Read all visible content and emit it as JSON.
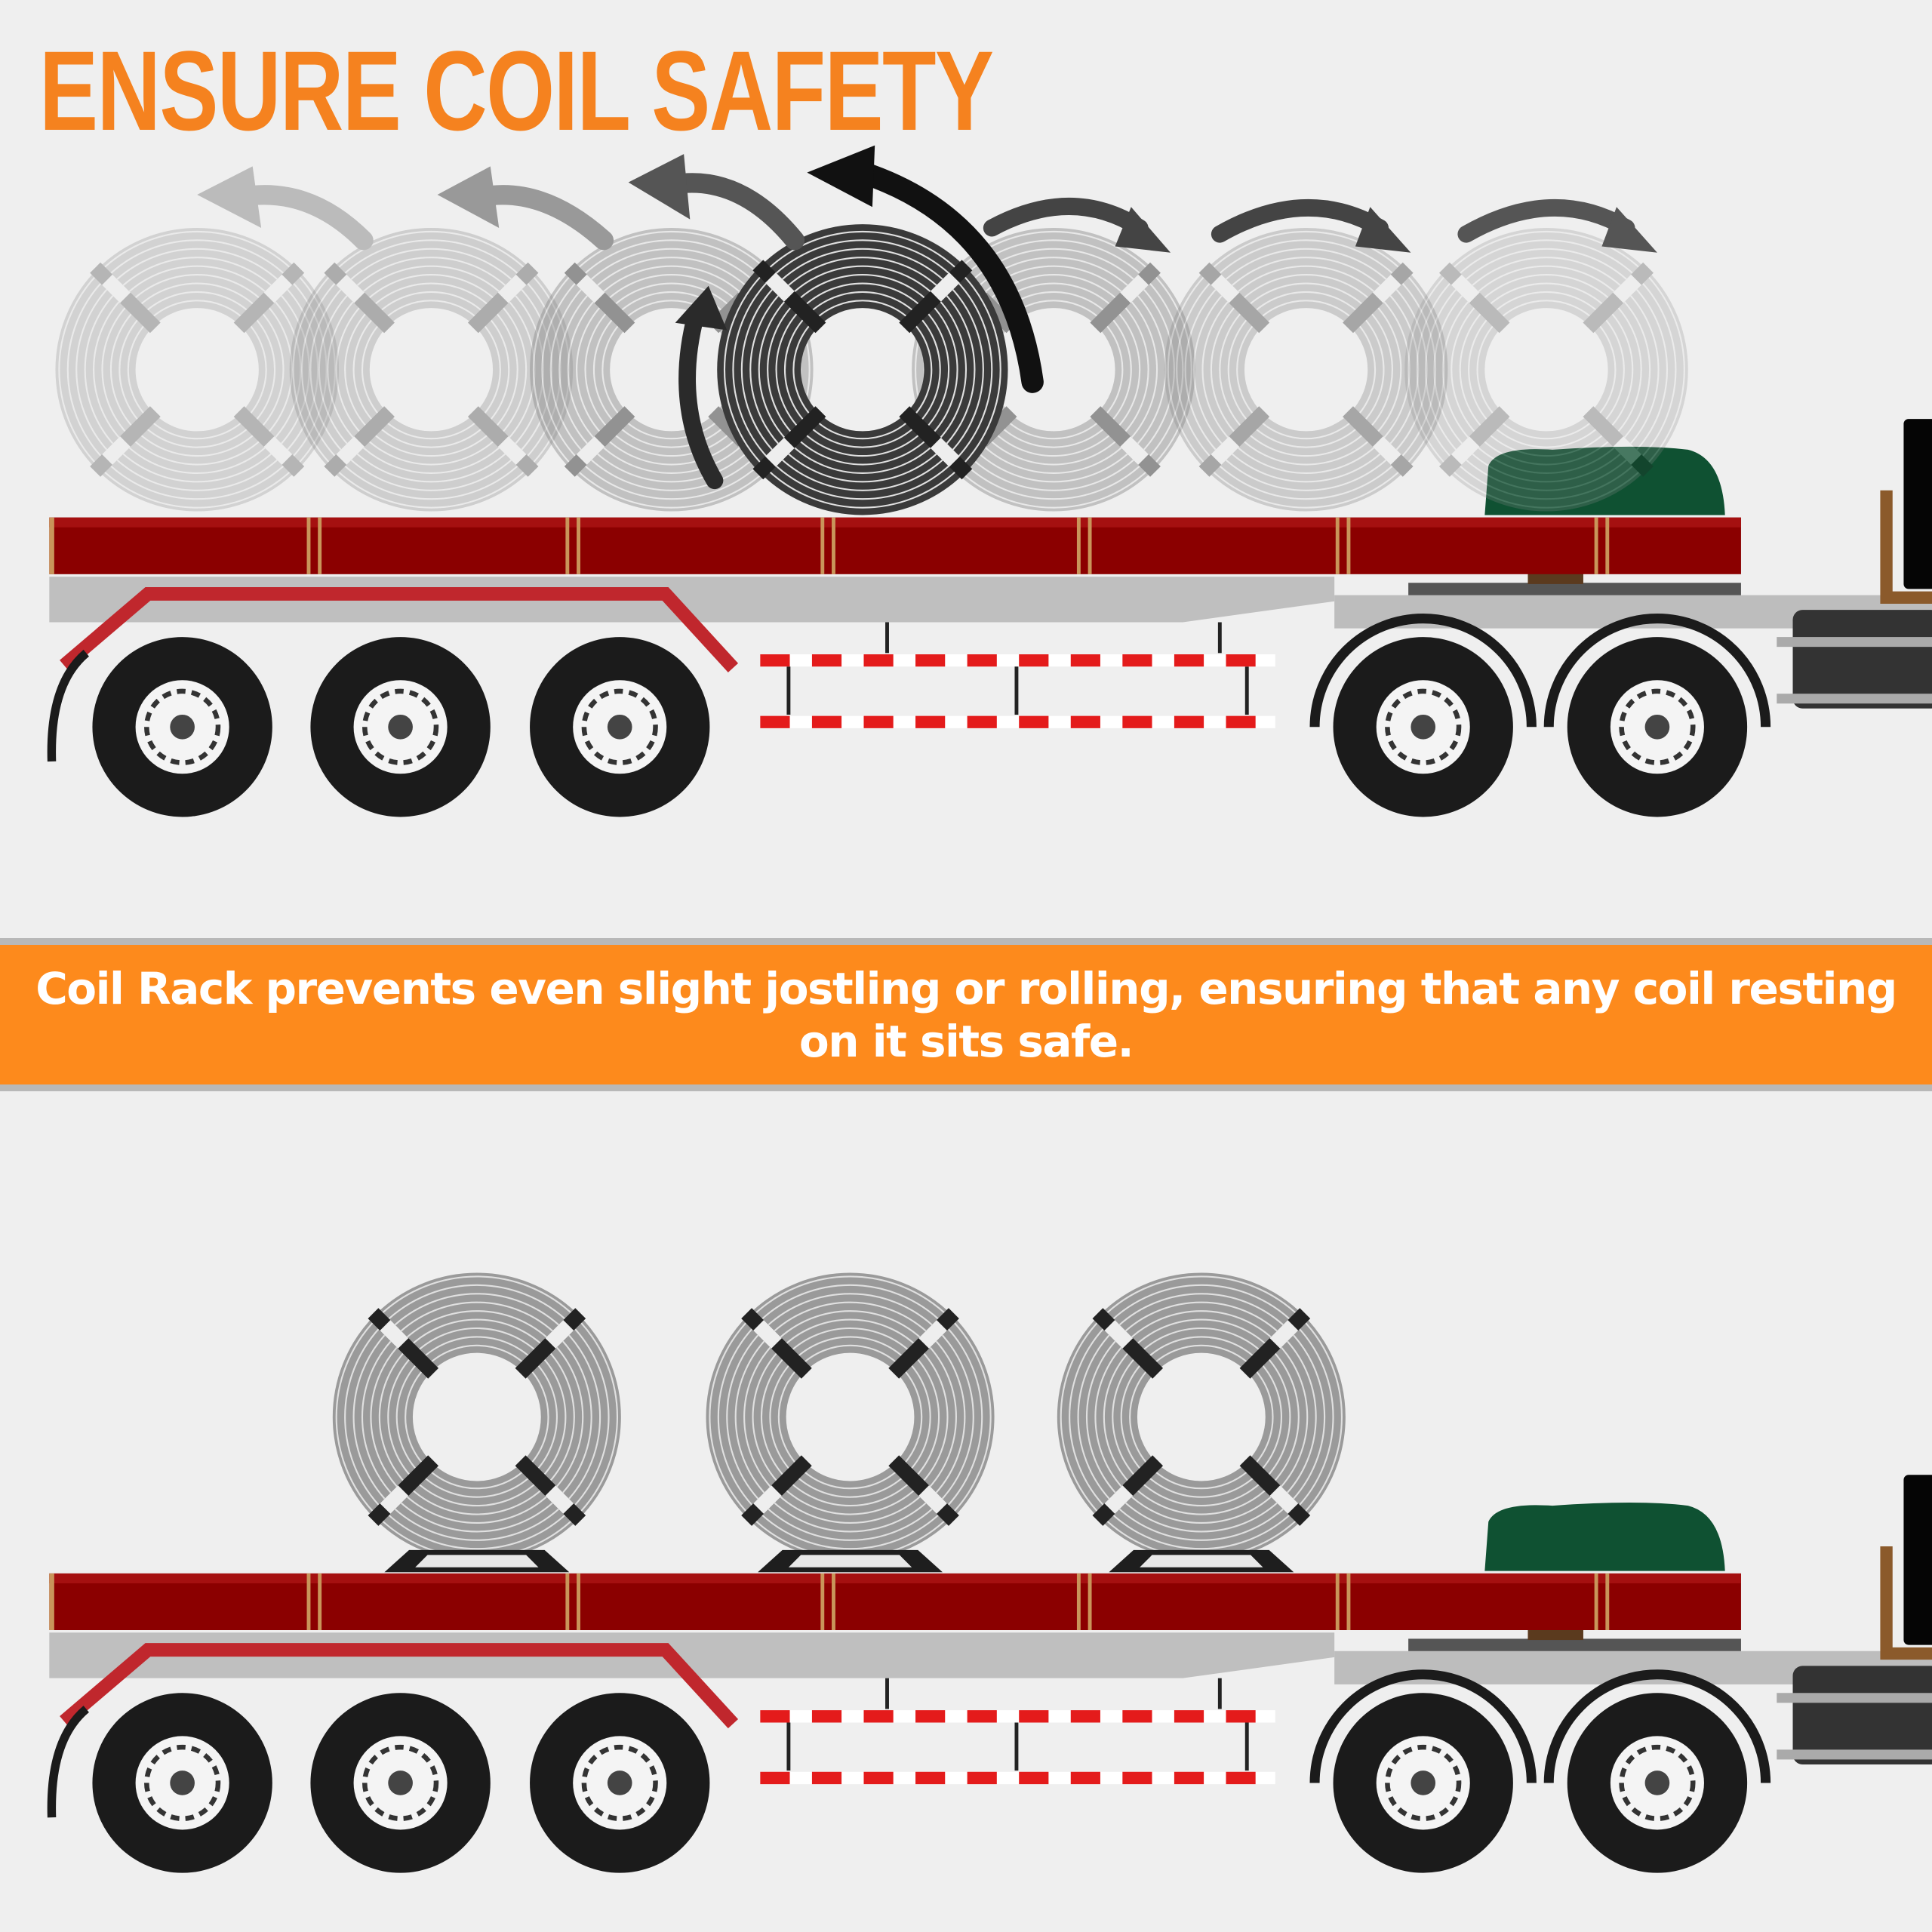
{
  "header": {
    "title": "ENSURE COIL SAFETY"
  },
  "banner": {
    "text": "Coil Rack prevents even slight jostling or rolling, ensuring that any coil resting on it sits safe."
  },
  "colors": {
    "accent": "#f5821f",
    "banner": "#fd8a1c",
    "deck": "#8b0000",
    "tarp": "#0f5132",
    "fender": "#c0272d"
  },
  "scenes": [
    {
      "name": "without-rack",
      "coil_count": 7
    },
    {
      "name": "with-rack",
      "coil_count": 3
    }
  ]
}
